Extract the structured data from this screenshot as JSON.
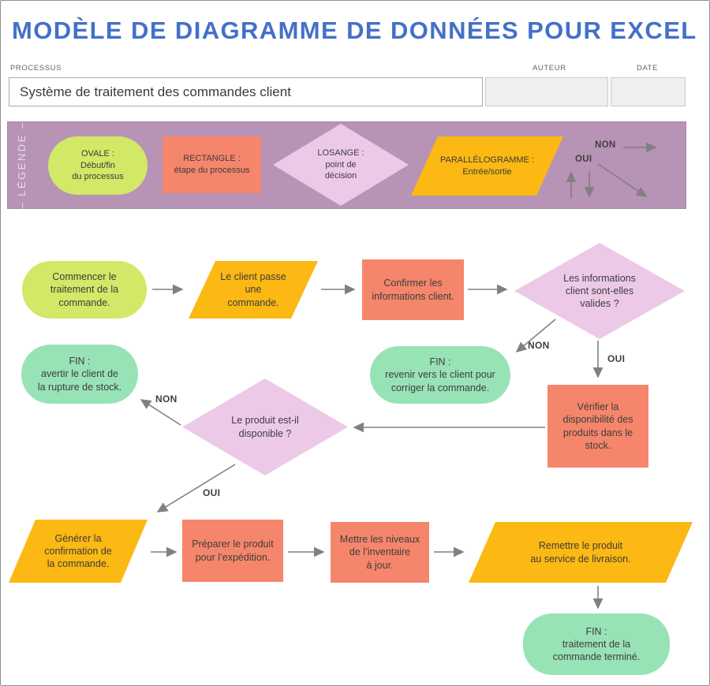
{
  "title": "MODÈLE DE DIAGRAMME DE DONNÉES POUR EXCEL",
  "form": {
    "process_label": "PROCESSUS",
    "author_label": "AUTEUR",
    "date_label": "DATE",
    "process_value": "Système de traitement des commandes client",
    "author_value": "",
    "date_value": ""
  },
  "labels": {
    "yes": "OUI",
    "no": "NON"
  },
  "legend": {
    "heading": "– LÉGENDE –",
    "items": [
      {
        "shape": "oval",
        "label": "OVALE :\nDébut/fin\ndu processus"
      },
      {
        "shape": "rectangle",
        "label": "RECTANGLE :\nétape du processus"
      },
      {
        "shape": "diamond",
        "label": "LOSANGE :\npoint de\ndécision"
      },
      {
        "shape": "parallelogram",
        "label": "PARALLÉLOGRAMME :\nEntrée/sortie"
      }
    ]
  },
  "flowchart": {
    "nodes": {
      "start": "Commencer le\ntraitement de la\ncommande.",
      "order": "Le client passe\nune\ncommande.",
      "confirm": "Confirmer les\ninformations client.",
      "valid": "Les informations\nclient sont-elles\nvalides ?",
      "fin_stock": "FIN :\navertir le client de\nla rupture de stock.",
      "fin_correct": "FIN :\nrevenir vers le client pour\ncorriger la commande.",
      "verify": "Vérifier la\ndisponibilité des\nproduits dans le\nstock.",
      "available": "Le produit est-il\ndisponible ?",
      "generate": "Générer la\nconfirmation de\nla commande.",
      "prepare": "Préparer le produit\npour l’expédition.",
      "update": "Mettre les niveaux\nde l’inventaire\nà jour.",
      "deliver": "Remettre le produit\nau service de livraison.",
      "fin_done": "FIN :\ntraitement de la\ncommande terminé."
    }
  },
  "colors": {
    "title_blue": "#4470c8",
    "legend_mauve": "#b793b5",
    "oval_green": "#d2e867",
    "rect_salmon": "#f5866b",
    "diamond_pink": "#edc9e8",
    "parallelogram_yellow": "#fcb813",
    "oval_mint": "#98e3b6",
    "arrow_gray": "#808080"
  }
}
